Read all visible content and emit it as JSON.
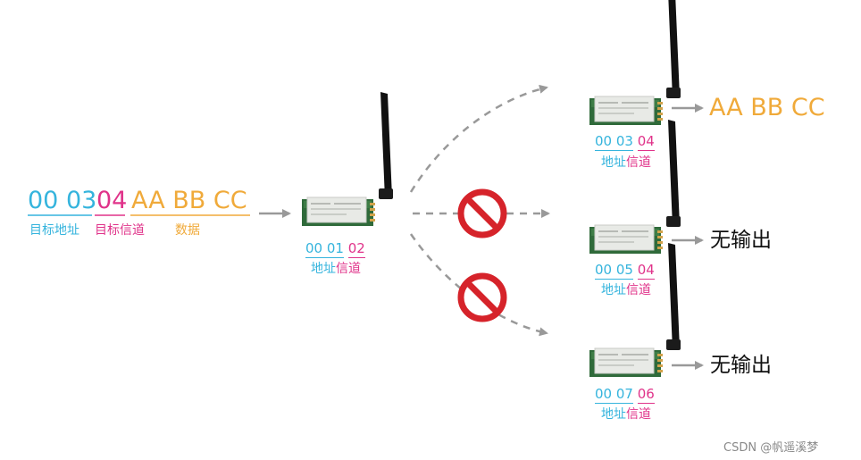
{
  "colors": {
    "address": "#35b4dd",
    "channel": "#e0338a",
    "data": "#f0aa3a",
    "arrow": "#999999",
    "forbid": "#d6232a",
    "module_green": "#2f6a3a",
    "module_shield": "#e8eae6"
  },
  "packet": {
    "target_address": "00 03",
    "target_channel": "04",
    "payload": "AA  BB CC",
    "label_target_address": "目标地址",
    "label_target_channel": "目标信道",
    "label_data": "数据"
  },
  "sender": {
    "address": "00 01",
    "channel": "02",
    "label_address": "地址",
    "label_channel": "信道"
  },
  "receivers": [
    {
      "address": "00 03",
      "channel": "04",
      "label_address": "地址",
      "label_channel": "信道",
      "output": "AA BB CC",
      "blocked": false
    },
    {
      "address": "00 05",
      "channel": "04",
      "label_address": "地址",
      "label_channel": "信道",
      "output": "无输出",
      "blocked": true
    },
    {
      "address": "00 07",
      "channel": "06",
      "label_address": "地址",
      "label_channel": "信道",
      "output": "无输出",
      "blocked": true
    }
  ],
  "icons": {
    "module": "lora-module-with-antenna-icon",
    "forbid": "no-entry-icon",
    "arrow": "arrow-right-icon"
  },
  "watermark": "CSDN @帆遥溪梦"
}
